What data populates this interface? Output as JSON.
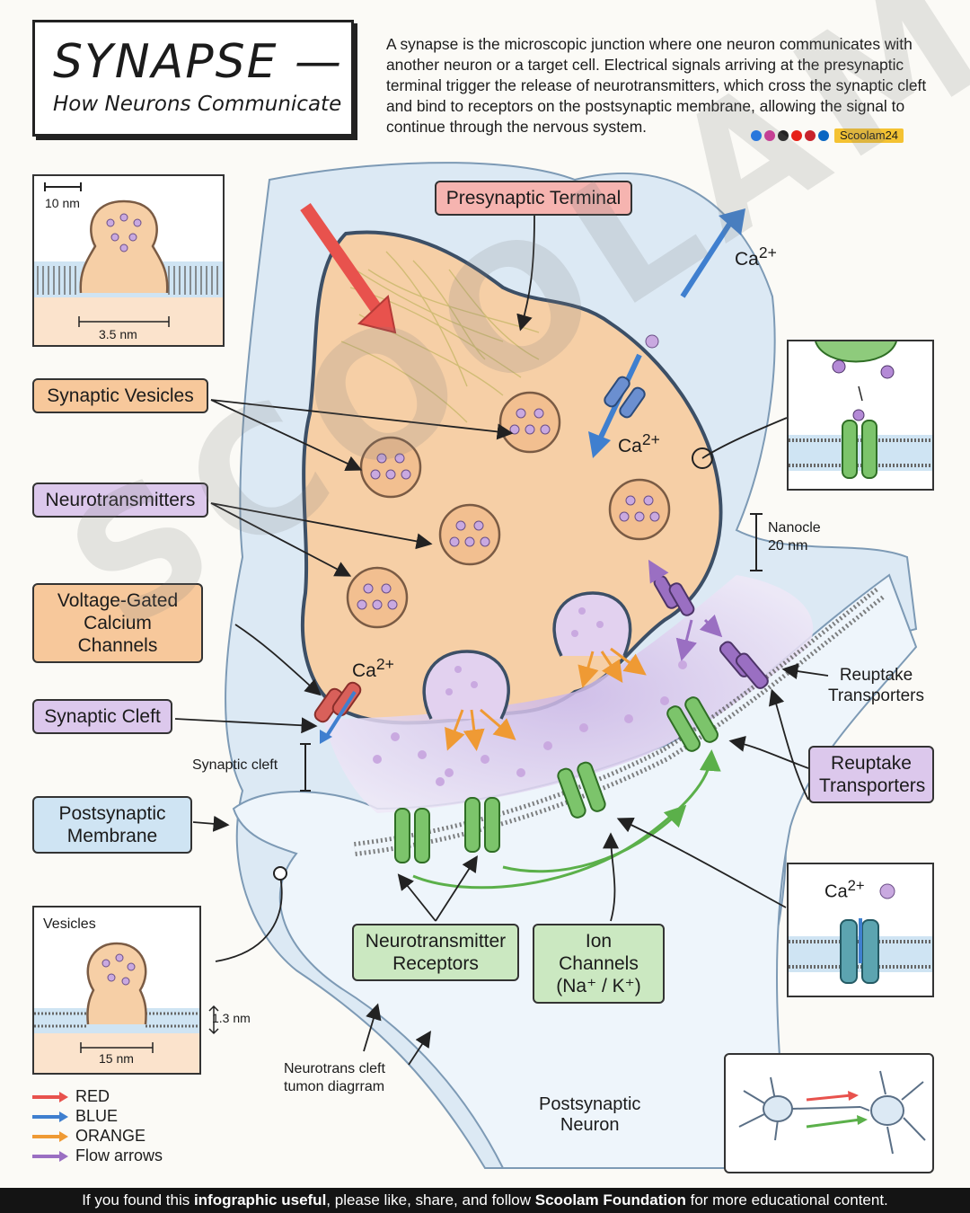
{
  "header": {
    "title": "SYNAPSE —",
    "subtitle": "How Neurons Communicate",
    "intro": "A synapse is the microscopic junction where one neuron communicates with another neuron or a target cell. Electrical signals arriving at the presynaptic terminal trigger the release of neurotransmitters, which cross the synaptic cleft and bind to receptors on the postsynaptic membrane, allowing the signal to continue through the nervous system.",
    "handle": "Scoolam24",
    "social_icons": [
      "facebook-icon",
      "instagram-icon",
      "x-icon",
      "youtube-icon",
      "pinterest-icon",
      "linkedin-icon"
    ]
  },
  "labels": {
    "presynaptic_terminal": "Presynaptic Terminal",
    "synaptic_vesicles": "Synaptic Vesicles",
    "neurotransmitters": "Neurotransmitters",
    "vgcc_line1": "Voltage-Gated",
    "vgcc_line2": "Calcium Channels",
    "synaptic_cleft": "Synaptic Cleft",
    "postsynaptic_membrane_line1": "Postsynaptic",
    "postsynaptic_membrane_line2": "Membrane",
    "nt_receptors_line1": "Neurotransmitter",
    "nt_receptors_line2": "Receptors",
    "ion_channels_line1": "Ion Channels",
    "ion_channels_line2": "(Na⁺ / K⁺)",
    "reuptake_boxed_line1": "Reuptake",
    "reuptake_boxed_line2": "Transporters",
    "reuptake_plain_line1": "Reuptake",
    "reuptake_plain_line2": "Transporters",
    "postsynaptic_neuron_line1": "Postsynaptic",
    "postsynaptic_neuron_line2": "Neuron",
    "synaptic_cleft_small": "Synaptic cleft",
    "nanocle_line1": "Nanocle",
    "nanocle_line2": "20 nm",
    "ca_top": "Ca",
    "ca_sup": "2+",
    "neurotrans_cleft_line1": "Neurotrans cleft",
    "neurotrans_cleft_line2": "tumon diagrram"
  },
  "insets": {
    "top_left": {
      "scale": "10 nm",
      "width": "3.5 nm"
    },
    "bottom_left": {
      "vesicles": "Vesicles",
      "depth": "1.3 nm",
      "width": "15 nm"
    },
    "right_bottom": {
      "ion": "Ca",
      "sup": "2+"
    }
  },
  "legend": [
    {
      "label": "RED",
      "color": "#e8524d"
    },
    {
      "label": "BLUE",
      "color": "#3f7fcf"
    },
    {
      "label": "ORANGE",
      "color": "#ef9a34"
    },
    {
      "label": "Flow arrows",
      "color": "#9a6fc2"
    }
  ],
  "watermark": "SCOOLAM",
  "footer": {
    "part1": "If you found this ",
    "bold1": "infographic useful",
    "part2": ", please like, share, and follow ",
    "bold2": "Scoolam Foundation",
    "part3": " for more educational content."
  },
  "colors": {
    "terminal": "#f6cfa6",
    "glia": "#d9e8f3",
    "cleft": "#ddd0ec",
    "receptor": "#7cc46b",
    "transporter": "#9a6fc2",
    "vgcc": "#d9605a"
  }
}
